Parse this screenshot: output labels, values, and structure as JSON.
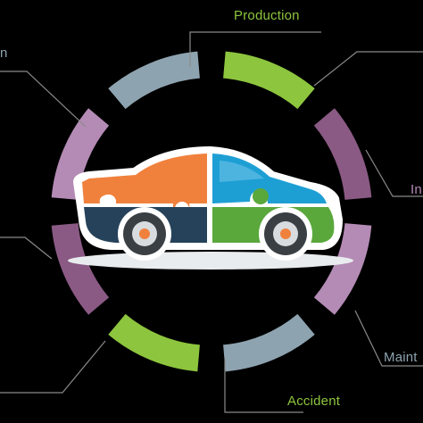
{
  "labels": {
    "production": "Production",
    "accident": "Accident",
    "maintenance_partial": "Maint",
    "in_partial": "In",
    "n_partial": "n"
  },
  "colors": {
    "background": "#000000",
    "green": "#8dc53e",
    "purple_dark": "#8a5a84",
    "purple_light": "#b48bb5",
    "slate": "#8ea3b0",
    "leader_line": "#8a8a8a",
    "car_orange": "#f0813d",
    "car_blue": "#1e9fd4",
    "car_navy": "#26425a",
    "car_green": "#5aa83c",
    "car_body": "#ffffff",
    "car_window": "#d7e6ef"
  },
  "ring_segments": [
    {
      "stage": "production",
      "color": "green"
    },
    {
      "stage": "unlabeled-1",
      "color": "purple_dark"
    },
    {
      "stage": "in",
      "color": "purple_light"
    },
    {
      "stage": "maintenance",
      "color": "slate"
    },
    {
      "stage": "accident",
      "color": "green"
    },
    {
      "stage": "unlabeled-2",
      "color": "purple_dark"
    },
    {
      "stage": "unlabeled-3",
      "color": "purple_light"
    },
    {
      "stage": "n",
      "color": "slate"
    }
  ],
  "center_image": "puzzle-car-icon"
}
